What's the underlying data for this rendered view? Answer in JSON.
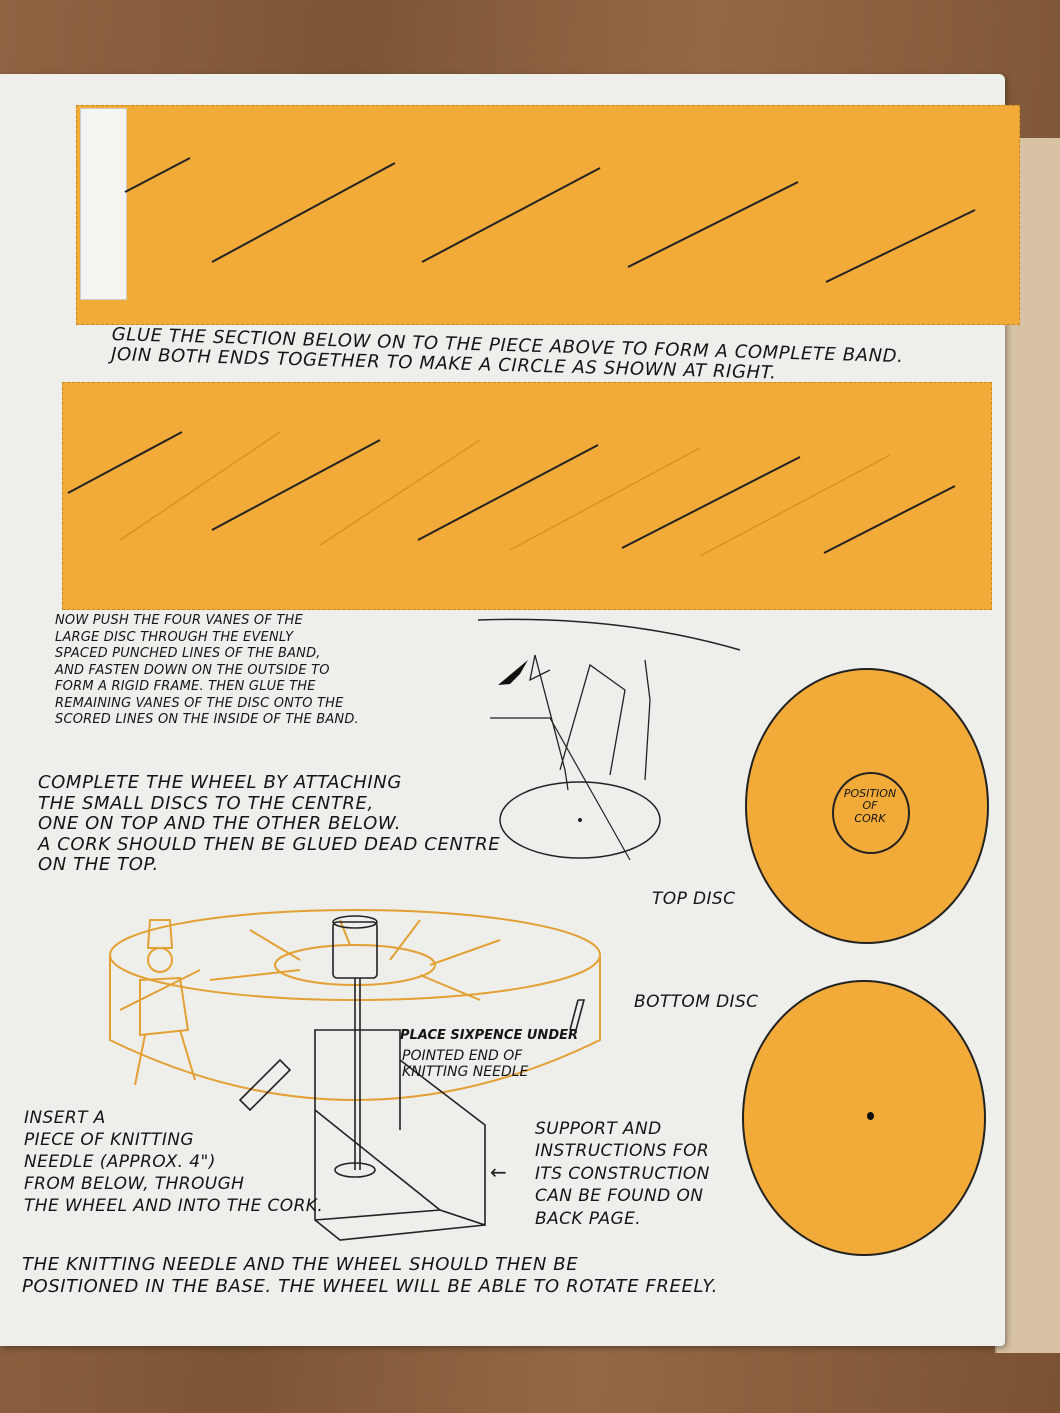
{
  "instructions": {
    "glue_band": "GLUE THE SECTION BELOW ON TO THE PIECE ABOVE TO FORM A COMPLETE BAND.\nJOIN BOTH ENDS TOGETHER TO MAKE A CIRCLE AS SHOWN AT RIGHT.",
    "push_vanes": "NOW PUSH THE FOUR VANES OF THE\nLARGE DISC THROUGH THE EVENLY\nSPACED PUNCHED LINES OF THE BAND,\nAND FASTEN DOWN ON THE OUTSIDE TO\nFORM A RIGID FRAME. THEN GLUE THE\nREMAINING VANES OF THE DISC ONTO THE\nSCORED LINES ON THE INSIDE OF THE BAND.",
    "complete_wheel": "COMPLETE THE WHEEL BY ATTACHING\nTHE SMALL DISCS TO THE CENTRE,\nONE ON TOP AND THE OTHER BELOW.\nA CORK SHOULD THEN BE GLUED DEAD CENTRE\nON THE TOP.",
    "sixpence": "PLACE SIXPENCE UNDER",
    "sixpence_2": "POINTED END OF\nKNITTING NEEDLE",
    "insert_needle": "INSERT A\nPIECE OF KNITTING\nNEEDLE (APPROX. 4\")\nFROM BELOW, THROUGH\nTHE WHEEL AND INTO THE CORK.",
    "support": "SUPPORT AND\nINSTRUCTIONS FOR\nITS CONSTRUCTION\nCAN BE FOUND ON\nBACK PAGE.",
    "final": "THE KNITTING NEEDLE AND THE WHEEL SHOULD THEN BE\nPOSITIONED IN THE BASE. THE WHEEL WILL BE ABLE TO ROTATE FREELY."
  },
  "discs": {
    "top_label": "TOP DISC",
    "bottom_label": "BOTTOM DISC",
    "cork_label": "POSITION\nOF\nCORK"
  },
  "colors": {
    "band": "#f2ab38",
    "page": "#eeeeea",
    "ink": "#151515"
  }
}
